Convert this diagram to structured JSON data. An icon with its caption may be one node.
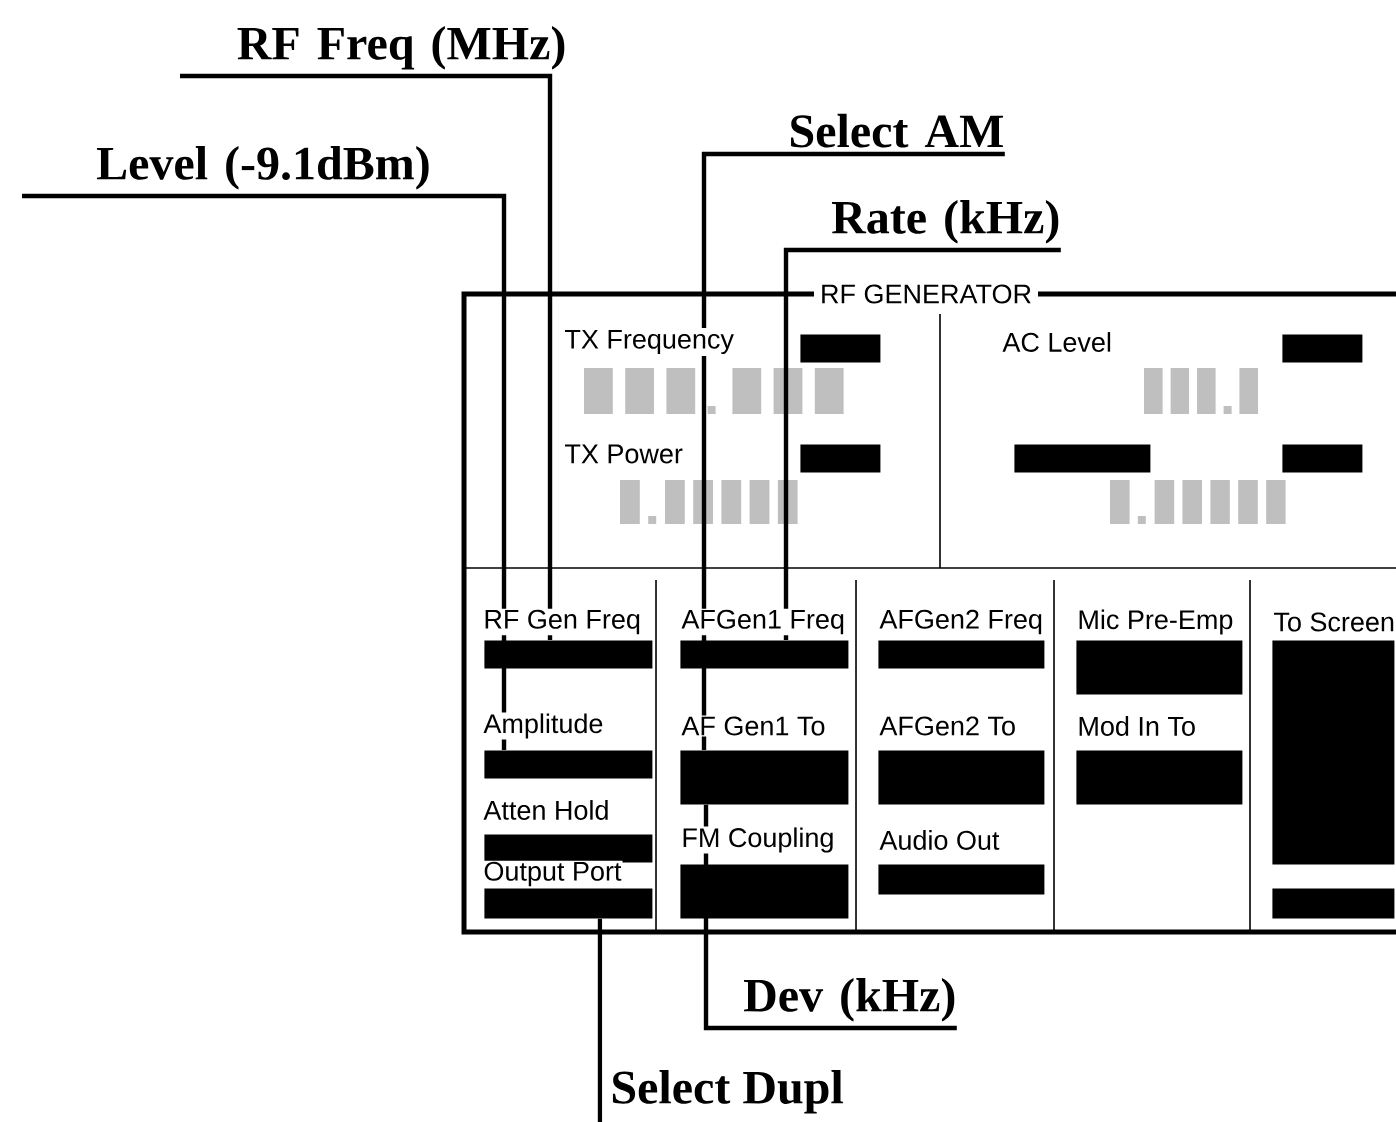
{
  "diagram": {
    "nodes": [
      {
        "text": [
          "RF GENERATOR"
        ]
      },
      {
        "text": [
          "RF Freq (MHz)"
        ]
      },
      {
        "text": [
          "Select AM"
        ]
      },
      {
        "text": [
          "Level (-9.1dBm)"
        ]
      },
      {
        "text": [
          "Rate (kHz)"
        ]
      },
      {
        "text": [],
        "shape": "box",
        "in": 0
      },
      {
        "text": [],
        "shape": "box",
        "in": 0
      },
      {
        "text": [],
        "shape": "box",
        "in": 0
      },
      {
        "text": [],
        "shape": "box",
        "in": 0
      },
      {
        "text": [],
        "shape": "box",
        "in": 0
      },
      {
        "text": [],
        "shape": "box",
        "in": 0,
        "beside": [
          "RF Gen Freq"
        ]
      },
      {
        "text": [],
        "shape": "box",
        "in": 0,
        "beside": [
          "AFGen1 Freq"
        ]
      },
      {
        "text": [],
        "shape": "box",
        "in": 0,
        "beside": [
          "AFGen2 Freq"
        ]
      },
      {
        "text": [],
        "shape": "box",
        "in": 0,
        "beside": [
          "Mic Pre-Emp"
        ]
      },
      {
        "text": [],
        "shape": "box",
        "in": 0,
        "beside": [
          "To Screen"
        ]
      },
      {
        "text": [],
        "shape": "box",
        "in": 0,
        "beside": [
          "Amplitude"
        ]
      },
      {
        "text": [],
        "shape": "box",
        "in": 0,
        "beside": [
          "AF Gen1 To"
        ]
      },
      {
        "text": [],
        "shape": "box",
        "in": 0,
        "beside": [
          "AFGen2 To"
        ]
      },
      {
        "text": [],
        "shape": "box",
        "in": 0,
        "beside": [
          "Mod In To"
        ]
      },
      {
        "text": [],
        "shape": "box",
        "in": 0,
        "beside": [
          "Atten Hold"
        ]
      },
      {
        "text": [],
        "shape": "box",
        "in": 0,
        "beside": [
          "FM Coupling"
        ]
      },
      {
        "text": [],
        "shape": "box",
        "in": 0,
        "beside": [
          "Audio Out"
        ]
      },
      {
        "text": [],
        "shape": "box",
        "in": 0,
        "beside": [
          "Output Port"
        ]
      },
      {
        "text": [],
        "shape": "box",
        "in": 0
      },
      {
        "text": [
          "Dev (kHz)"
        ]
      },
      {
        "text": [
          "Select Dupl"
        ]
      }
    ],
    "edges": [
      {
        "from": 1,
        "to": 10,
        "arrow": "none"
      },
      {
        "from": 2,
        "to": 16,
        "arrow": "none"
      },
      {
        "from": 3,
        "to": 15,
        "arrow": "none"
      },
      {
        "from": 4,
        "to": 11,
        "arrow": "none"
      },
      {
        "from": 24,
        "to": 16,
        "arrow": "none"
      },
      {
        "from": 25,
        "to": 22,
        "arrow": "none"
      }
    ],
    "labels": [
      "TX Frequency",
      "AC Level",
      "TX Power"
    ]
  }
}
